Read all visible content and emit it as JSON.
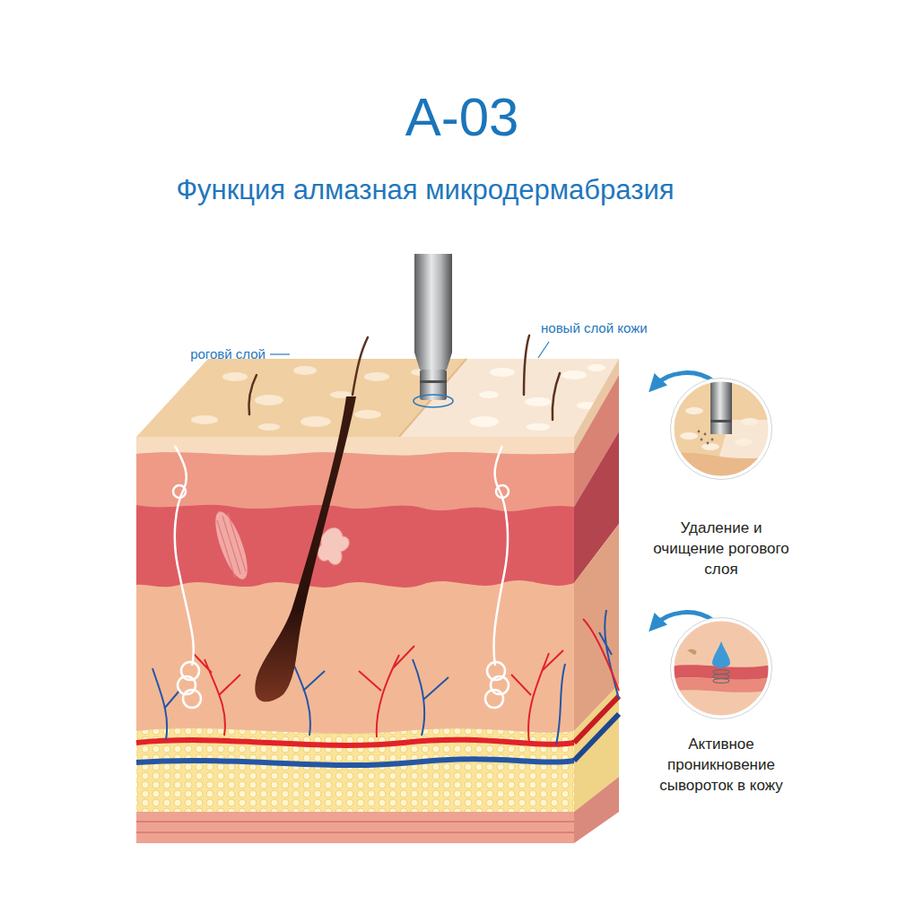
{
  "diagram": {
    "title": "A-03",
    "nodes": [
      {
        "text": [
          "Удаление и очищение рогового слоя"
        ]
      },
      {
        "text": [
          "Активное проникновение сывороток в кожу"
        ]
      }
    ],
    "labels": [
      "Функция алмазная микродермабразия",
      "роговй слой",
      "новый слой кожи"
    ]
  }
}
